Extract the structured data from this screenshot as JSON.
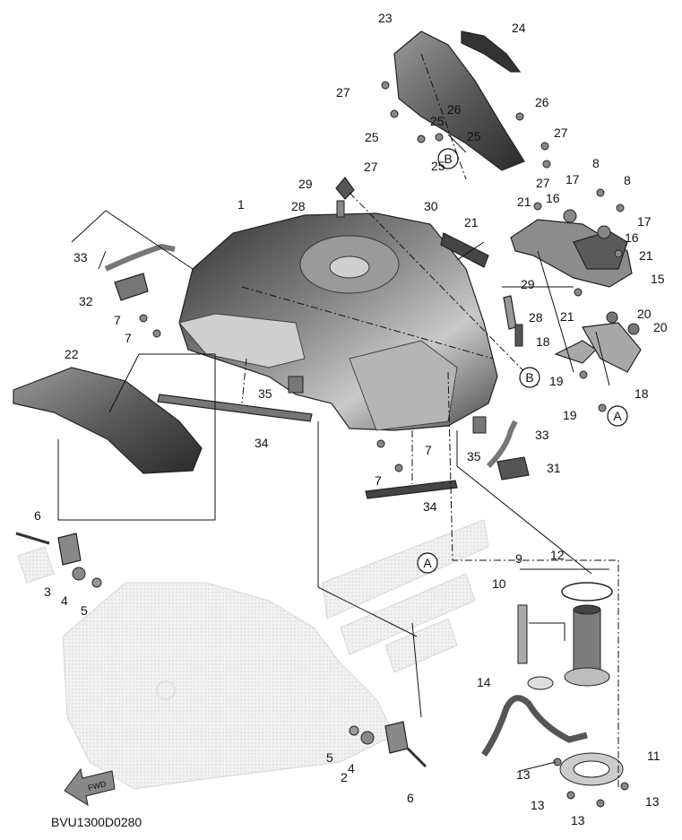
{
  "diagram_code": "BVU1300D0280",
  "fwd_arrow_label": "FWD",
  "callouts": [
    "A",
    "B"
  ],
  "part_numbers": [
    "1",
    "2",
    "3",
    "4",
    "5",
    "6",
    "7",
    "8",
    "9",
    "10",
    "11",
    "12",
    "13",
    "14",
    "15",
    "16",
    "17",
    "18",
    "19",
    "20",
    "21",
    "22",
    "23",
    "24",
    "25",
    "26",
    "27",
    "28",
    "29",
    "30",
    "31",
    "32",
    "33",
    "34",
    "35"
  ],
  "labels": {
    "n1": "1",
    "n2": "2",
    "n3": "3",
    "n4": "4",
    "n5": "5",
    "n6": "6",
    "n7": "7",
    "n8": "8",
    "n9": "9",
    "n10": "10",
    "n11": "11",
    "n12": "12",
    "n13": "13",
    "n14": "14",
    "n15": "15",
    "n16": "16",
    "n17": "17",
    "n18": "18",
    "n19": "19",
    "n20": "20",
    "n21": "21",
    "n22": "22",
    "n23": "23",
    "n24": "24",
    "n25": "25",
    "n26": "26",
    "n27": "27",
    "n28": "28",
    "n29": "29",
    "n30": "30",
    "n31": "31",
    "n32": "32",
    "n33": "33",
    "n34": "34",
    "n35": "35",
    "calloutA": "A",
    "calloutB": "B"
  },
  "colors": {
    "part_dark": "#3a3a3a",
    "part_mid": "#7a7a7a",
    "part_light": "#bdbdbd",
    "frame_ghost": "#d9d9d9",
    "line": "#111111"
  }
}
